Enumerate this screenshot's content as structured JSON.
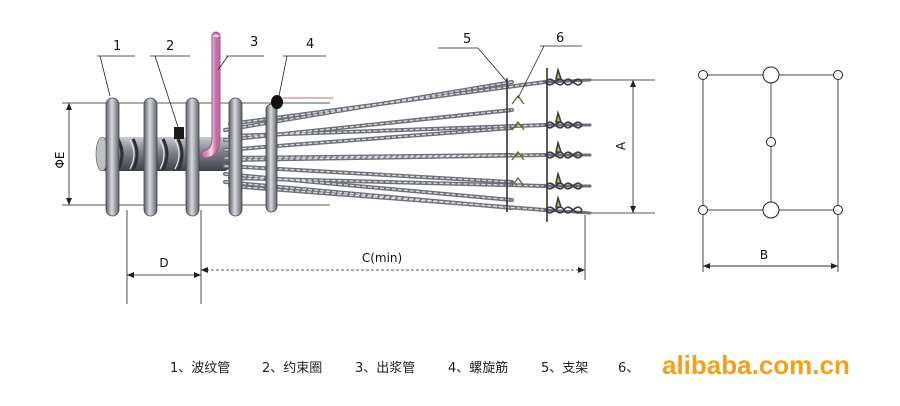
{
  "callouts": [
    "1",
    "2",
    "3",
    "4",
    "5",
    "6"
  ],
  "dimensions": {
    "diameter": "ΦE",
    "d": "D",
    "c": "C(min)",
    "a": "A",
    "b": "B"
  },
  "legend": [
    "1、波纹管",
    "2、约束圈",
    "3、出浆管",
    "4、螺旋筋",
    "5、支架",
    "6、"
  ],
  "watermark": "alibaba.com.cn",
  "colors": {
    "spiral": "#8a8c94",
    "strand": "#9a9ca2",
    "grout_pipe": "#e8a6cc",
    "watermark": "#f5a01a"
  }
}
